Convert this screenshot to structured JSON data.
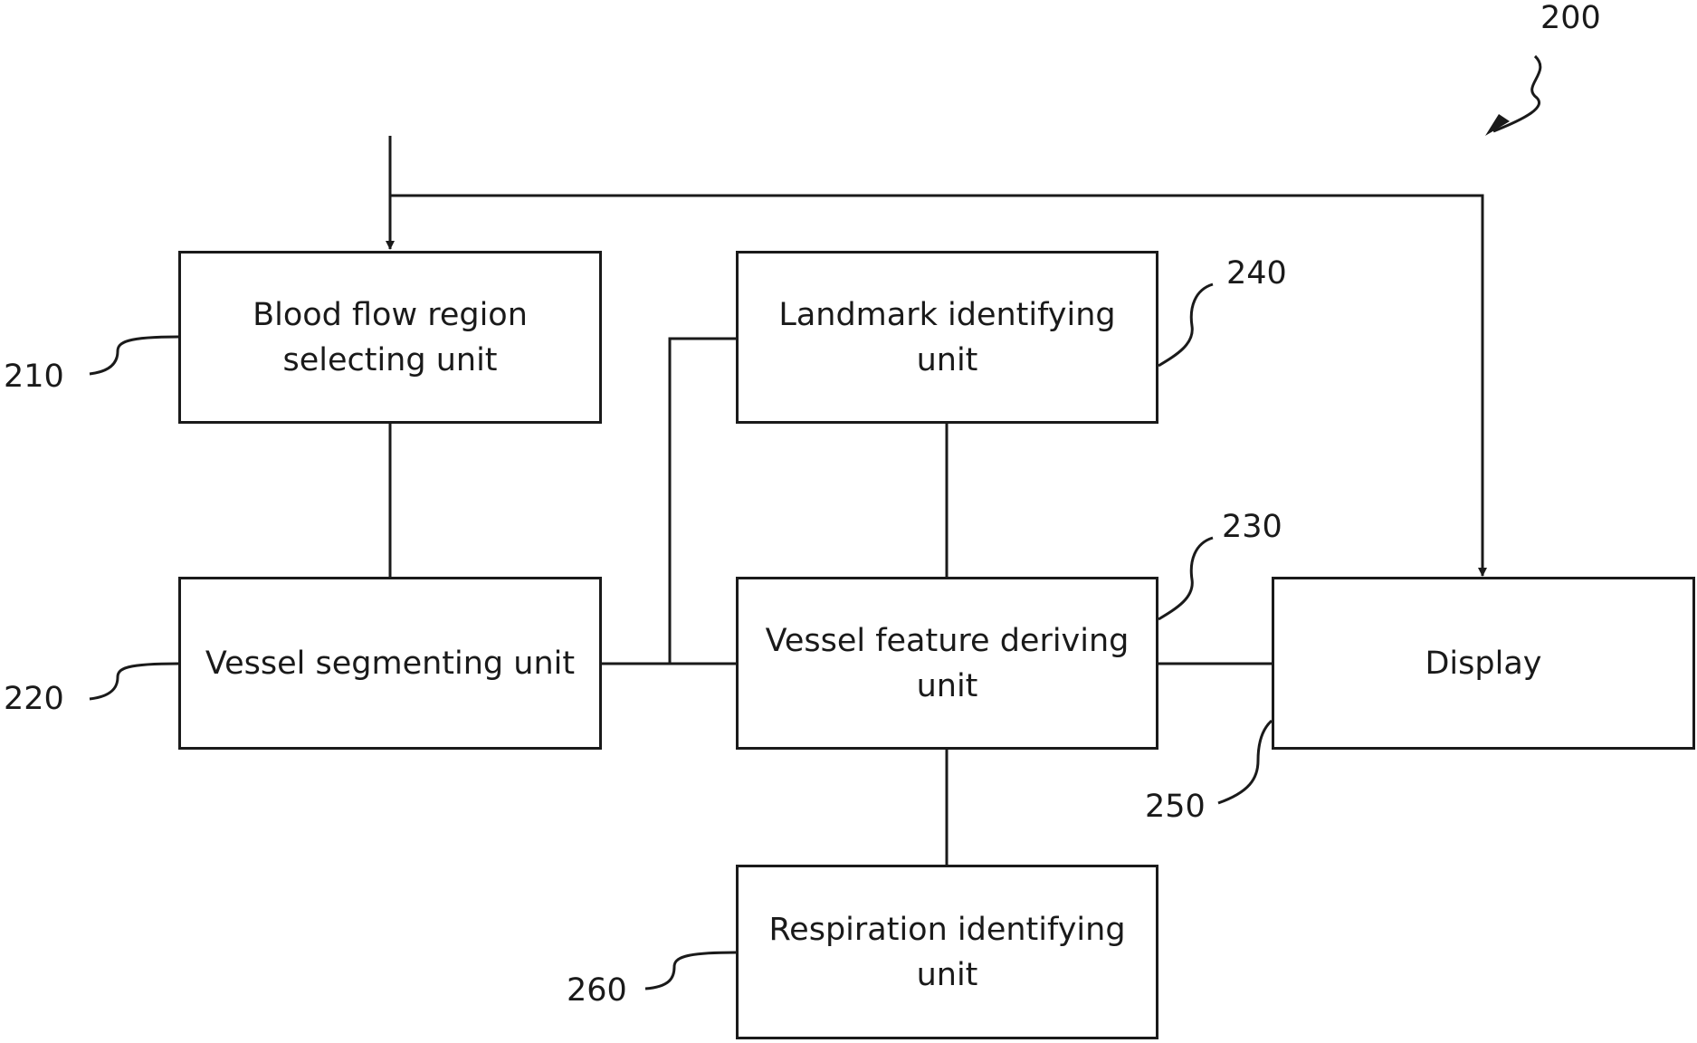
{
  "figure_ref": "200",
  "boxes": {
    "blood_flow": {
      "ref": "210",
      "line1": "Blood flow region",
      "line2": "selecting unit"
    },
    "segmenting": {
      "ref": "220",
      "line1": "Vessel segmenting unit",
      "line2": ""
    },
    "feature": {
      "ref": "230",
      "line1": "Vessel feature deriving",
      "line2": "unit"
    },
    "landmark": {
      "ref": "240",
      "line1": "Landmark identifying",
      "line2": "unit"
    },
    "display": {
      "ref": "250",
      "line1": "Display",
      "line2": ""
    },
    "respiration": {
      "ref": "260",
      "line1": "Respiration identifying",
      "line2": "unit"
    }
  }
}
